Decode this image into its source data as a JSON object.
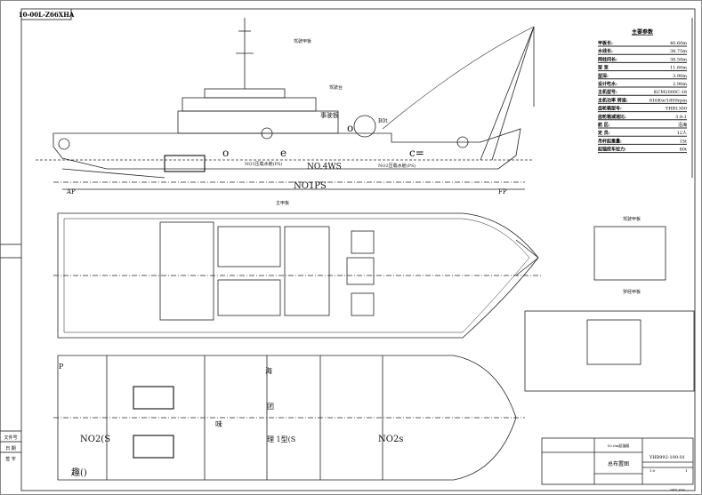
{
  "drawing_code_tab": "10-00L-Z66XHA",
  "params": {
    "title": "主要参数",
    "rows": [
      {
        "label": "甲板长:",
        "value": "40.60m"
      },
      {
        "label": "水线长:",
        "value": "38.75m"
      },
      {
        "label": "两柱间长:",
        "value": "38.50m"
      },
      {
        "label": "型 宽",
        "value": "11.60m"
      },
      {
        "label": "型深:",
        "value": "3.90m"
      },
      {
        "label": "设计吃水:",
        "value": "2.90m"
      },
      {
        "label": "主机型号:",
        "value": "KCM2000C-18"
      },
      {
        "label": "主机功率 转速:",
        "value": "816Kw/1800rpm"
      },
      {
        "label": "齿轮箱型号:",
        "value": "YHB1300"
      },
      {
        "label": "齿轮箱减速比:",
        "value": "3.8:1"
      },
      {
        "label": "航 区:",
        "value": "沿海"
      },
      {
        "label": "定 员:",
        "value": "12人"
      },
      {
        "label": "吊杆起重量:",
        "value": "15t"
      },
      {
        "label": "起锚绞车拉力:",
        "value": "80t"
      }
    ]
  },
  "labels": {
    "wheelhouse": "驾驶甲板",
    "bridge": "驾驶台",
    "event_deck": "事驶板",
    "crane_load": "B0t",
    "ap": "AP",
    "fp": "FP",
    "tank1": "NO1PS",
    "tank4": "NO.4WS",
    "tank3": "NO3压载水舱(PS)",
    "tank2": "NO2压载水舱(PS)",
    "main_deck": "主甲板",
    "letters": [
      "o",
      "e",
      "c=",
      "o"
    ],
    "p_mark": "P",
    "no2s_left": "NO2(S",
    "no2s_right": "NO2s",
    "bottom_left": "趣()",
    "wei": "味",
    "li": "理 1型(S",
    "hai": "海",
    "tuan": "团",
    "deck_plan": "驾驶甲板",
    "top_plan": "罗经甲板"
  },
  "title_block": {
    "project": "10.0m起锚艇",
    "drawing_title": "总布置图",
    "drawing_number": "YHB992-100-01",
    "scale": "1:0",
    "sheet": "1",
    "small_note": "DWG A3ab"
  },
  "left_margin_labels": [
    "文件号",
    "日 期",
    "签 字"
  ]
}
